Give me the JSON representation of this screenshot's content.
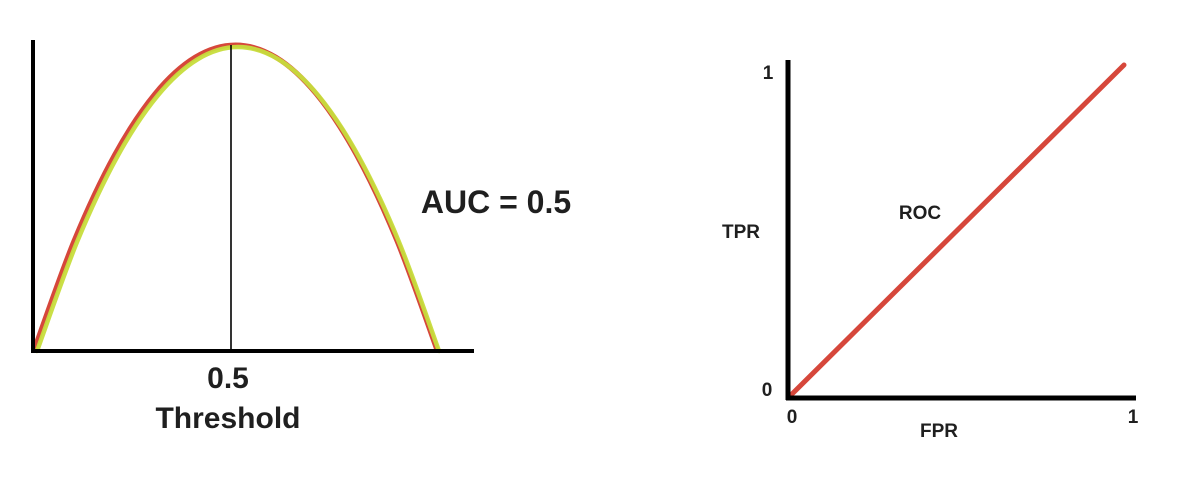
{
  "colors": {
    "axis": "#000000",
    "yellow_curve": "#c7dd3c",
    "red_curve": "#d6473b",
    "divider": "#000000",
    "roc_line": "#d6473b"
  },
  "chart_data": [
    {
      "type": "line",
      "xlabel": "Threshold",
      "x_tick": "0.5",
      "annotation": "AUC = 0.5",
      "xlim": [
        0,
        1
      ],
      "ylim": [
        0,
        1
      ],
      "grid": false,
      "divider_x": 0.5,
      "series": [
        {
          "color": "#d6473b",
          "x": [
            0,
            0.1,
            0.2,
            0.3,
            0.4,
            0.5,
            0.6,
            0.7,
            0.8,
            0.9,
            1.0
          ],
          "y": [
            0,
            0.36,
            0.64,
            0.84,
            0.96,
            1.0,
            0.96,
            0.84,
            0.64,
            0.36,
            0
          ]
        },
        {
          "color": "#c7dd3c",
          "x": [
            0,
            0.1,
            0.2,
            0.3,
            0.4,
            0.5,
            0.6,
            0.7,
            0.8,
            0.9,
            1.0
          ],
          "y": [
            0,
            0.36,
            0.64,
            0.84,
            0.96,
            1.0,
            0.96,
            0.84,
            0.64,
            0.36,
            0
          ]
        }
      ]
    },
    {
      "type": "line",
      "xlabel": "FPR",
      "ylabel": "TPR",
      "x_ticks": [
        "0",
        "1"
      ],
      "y_ticks": [
        "0",
        "1"
      ],
      "xlim": [
        0,
        1
      ],
      "ylim": [
        0,
        1
      ],
      "grid": false,
      "series": [
        {
          "name": "ROC",
          "color": "#d6473b",
          "x": [
            0,
            1
          ],
          "y": [
            0,
            1
          ]
        }
      ]
    }
  ]
}
